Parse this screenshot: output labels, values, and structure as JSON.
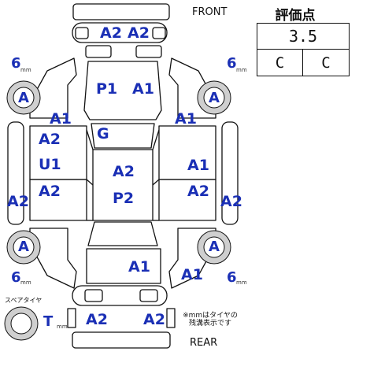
{
  "header": {
    "front": "FRONT",
    "rear": "REAR"
  },
  "score": {
    "title": "評価点",
    "overall": "3.5",
    "interior": "C",
    "exterior": "C"
  },
  "tires": {
    "front_left": {
      "depth": "6",
      "unit": "mm",
      "grade": "A"
    },
    "front_right": {
      "depth": "6",
      "unit": "mm",
      "grade": "A"
    },
    "rear_left": {
      "depth": "6",
      "unit": "mm",
      "grade": "A"
    },
    "rear_right": {
      "depth": "6",
      "unit": "mm",
      "grade": "A"
    },
    "spare": {
      "label": "スペアタイヤ",
      "depth": "T",
      "unit": "mm"
    }
  },
  "note": {
    "line1": "※mmはタイヤの",
    "line2": "残溝表示です"
  },
  "damage": {
    "front_bumper_left": "A2",
    "front_bumper_right": "A2",
    "hood_p1": "P1",
    "hood_a1": "A1",
    "left_pillar": "A1",
    "right_pillar": "A1",
    "windshield": "G",
    "left_front_door_a2": "A2",
    "left_front_door_u1": "U1",
    "left_rear_door": "A2",
    "left_side": "A2",
    "roof_a2": "A2",
    "roof_p2": "P2",
    "right_front_door": "A1",
    "right_rear_door": "A2",
    "right_side": "A2",
    "trunk": "A1",
    "right_rear_quarter": "A1",
    "rear_bumper_left": "A2",
    "rear_bumper_right": "A2"
  }
}
